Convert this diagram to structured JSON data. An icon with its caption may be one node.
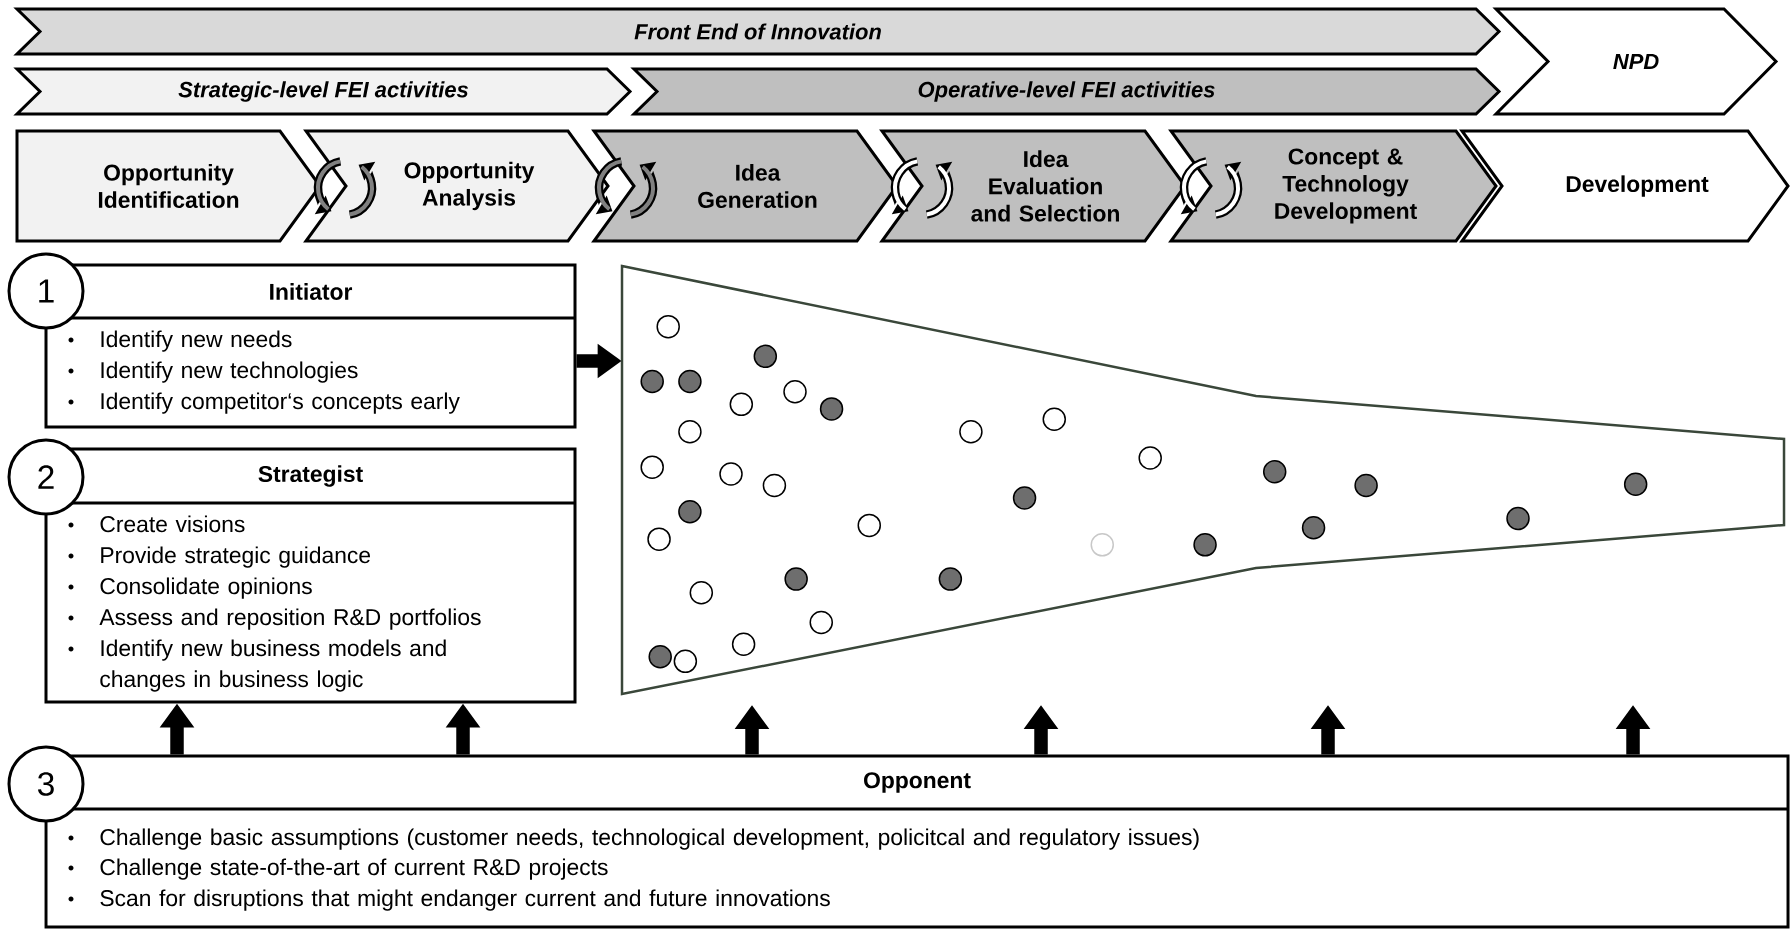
{
  "diagram": {
    "nodes": [
      {
        "text": [
          "Front End of Innovation"
        ]
      },
      {
        "text": [
          "NPD"
        ]
      },
      {
        "text": [
          "Strategic-level FEI activities"
        ]
      },
      {
        "text": [
          "Operative-level FEI activities"
        ]
      },
      {
        "text": [
          "Opportunity Identification"
        ]
      },
      {
        "text": [
          "Opportunity Analysis"
        ]
      },
      {
        "text": [
          "Idea Generation"
        ]
      },
      {
        "text": [
          "Idea Evaluation and Selection"
        ]
      },
      {
        "text": [
          "Concept & Technology Development"
        ]
      },
      {
        "text": [
          "Development"
        ]
      },
      {
        "text": [
          "1"
        ]
      },
      {
        "text": [
          "Initiator",
          "Identify new needs",
          "Identify new technologies",
          "Identify competitor‘s concepts early"
        ]
      },
      {
        "text": [],
        "shape": "funnel"
      },
      {
        "text": [
          "2"
        ]
      },
      {
        "text": [
          "Strategist",
          "Create visions",
          "Provide strategic guidance",
          "Consolidate opinions",
          "Assess and reposition R&D portfolios",
          "Identify new business models and changes in business logic"
        ]
      },
      {
        "text": [
          "3"
        ]
      },
      {
        "text": [
          "Opponent",
          "Challenge basic assumptions (customer needs, technological development, policitcal and regulatory issues)",
          "Challenge state-of-the-art of current R&D projects",
          "Scan for disruptions that might endanger current and future innovations"
        ]
      }
    ],
    "edges": [
      {
        "from": 11,
        "to": 12,
        "arrow": "to"
      },
      {
        "from": 16,
        "to": 14,
        "arrow": "to"
      },
      {
        "from": 16,
        "to": 14,
        "arrow": "to"
      },
      {
        "from": 16,
        "to": null,
        "arrow": "to"
      },
      {
        "from": 16,
        "to": null,
        "arrow": "to"
      },
      {
        "from": 16,
        "to": null,
        "arrow": "to"
      },
      {
        "from": 16,
        "to": null,
        "arrow": "to"
      }
    ]
  }
}
